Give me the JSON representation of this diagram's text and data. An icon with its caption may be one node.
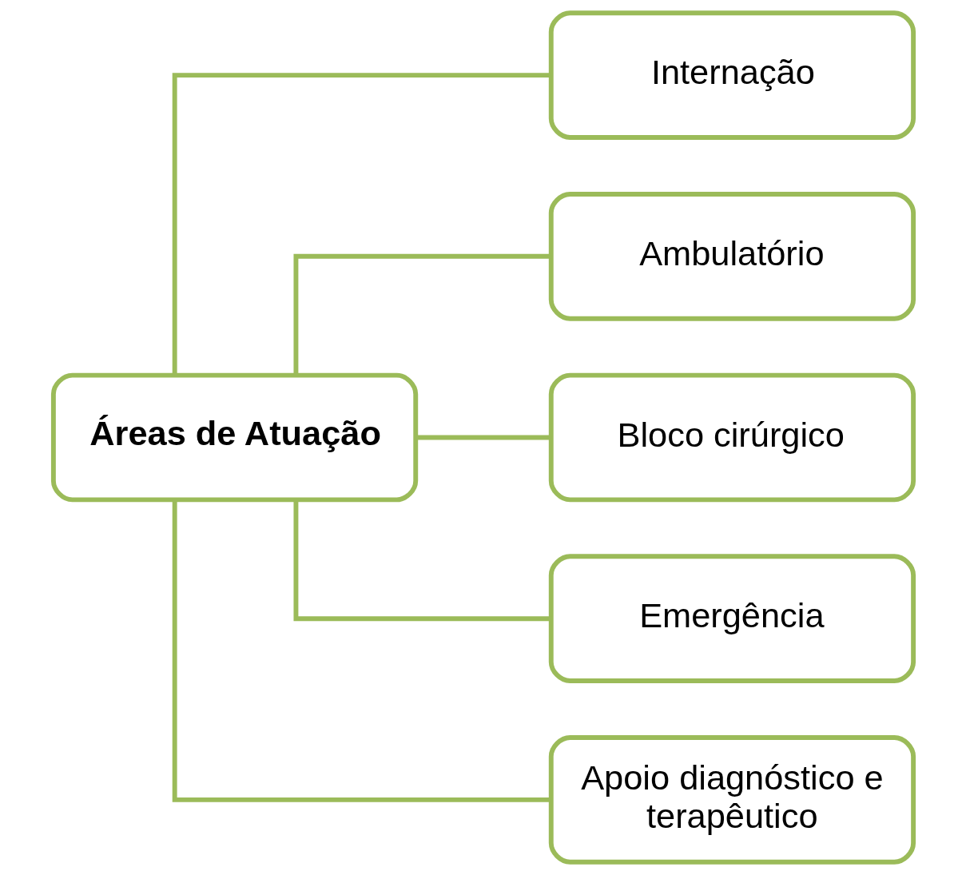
{
  "diagram": {
    "nodes": [
      {
        "text": [
          "Áreas de Atuação"
        ]
      },
      {
        "text": [
          "Internação"
        ]
      },
      {
        "text": [
          "Ambulatório"
        ]
      },
      {
        "text": [
          "Bloco cirúrgico"
        ]
      },
      {
        "text": [
          "Emergência"
        ]
      },
      {
        "text": [
          "Apoio diagnóstico e terapêutico"
        ]
      }
    ],
    "edges": [
      {
        "from": 0,
        "to": 1,
        "arrow": "none"
      },
      {
        "from": 0,
        "to": 2,
        "arrow": "none"
      },
      {
        "from": 0,
        "to": 3,
        "arrow": "none"
      },
      {
        "from": 0,
        "to": 4,
        "arrow": "none"
      },
      {
        "from": 0,
        "to": 5,
        "arrow": "none"
      }
    ]
  }
}
